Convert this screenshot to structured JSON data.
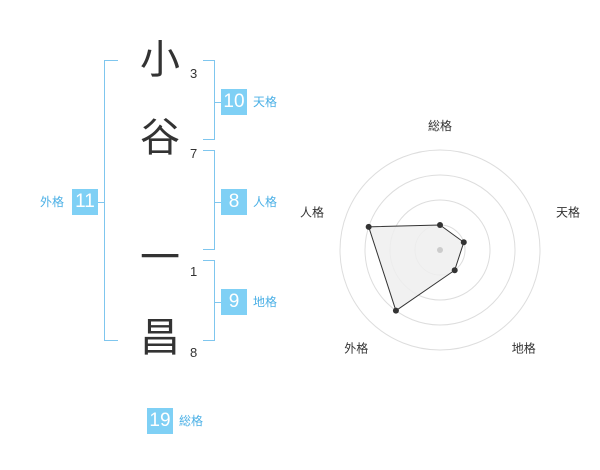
{
  "name": {
    "chars": [
      {
        "char": "小",
        "strokes": "3"
      },
      {
        "char": "谷",
        "strokes": "7"
      },
      {
        "char": "一",
        "strokes": "1"
      },
      {
        "char": "昌",
        "strokes": "8"
      }
    ]
  },
  "kakusu": {
    "tenkaku": {
      "value": "10",
      "label": "天格"
    },
    "jinkaku": {
      "value": "8",
      "label": "人格"
    },
    "chikaku": {
      "value": "9",
      "label": "地格"
    },
    "gaikaku": {
      "value": "11",
      "label": "外格"
    },
    "soukaku": {
      "value": "19",
      "label": "総格"
    }
  },
  "chart_data": {
    "type": "radar",
    "axes": [
      "総格",
      "天格",
      "地格",
      "外格",
      "人格"
    ],
    "values": [
      1,
      1,
      1,
      3,
      3
    ],
    "rmax": 4,
    "ring_count": 4,
    "colors": {
      "fill": "#eeeeee",
      "line": "#333333",
      "ring": "#dddddd",
      "point": "#333333",
      "center": "#cccccc"
    }
  },
  "colors": {
    "accent": "#7fd0f5",
    "accent_text": "#4bb0e6",
    "bracket": "#7fc6ee"
  }
}
